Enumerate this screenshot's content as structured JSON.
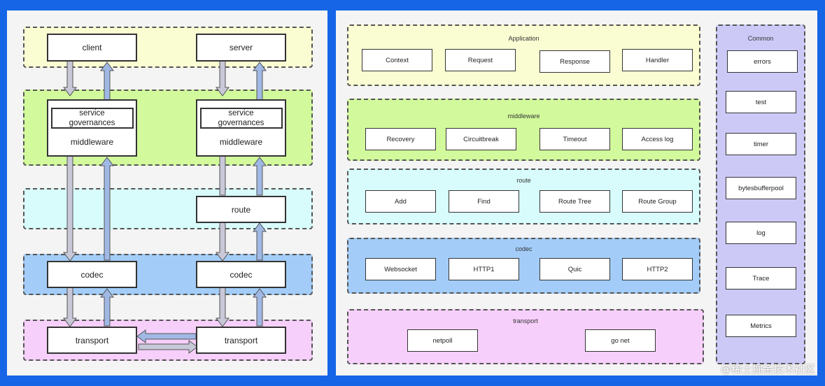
{
  "left": {
    "boxes": {
      "client": "client",
      "server": "server",
      "service_governances": "service\ngovernances",
      "middleware": "middleware",
      "route": "route",
      "codec": "codec",
      "transport": "transport"
    }
  },
  "right": {
    "application": {
      "title": "Application",
      "items": [
        "Context",
        "Request",
        "Response",
        "Handler"
      ]
    },
    "middleware": {
      "title": "middleware",
      "items": [
        "Recovery",
        "Circuitbreak",
        "Timeout",
        "Access log"
      ]
    },
    "route": {
      "title": "route",
      "items": [
        "Add",
        "Find",
        "Route Tree",
        "Route Group"
      ]
    },
    "codec": {
      "title": "codec",
      "items": [
        "Websocket",
        "HTTP1",
        "Quic",
        "HTTP2"
      ]
    },
    "transport": {
      "title": "transport",
      "items": [
        "netpoll",
        "go net"
      ]
    },
    "common": {
      "title": "Common",
      "items": [
        "errors",
        "test",
        "timer",
        "bytesbufferpool",
        "log",
        "Trace",
        "Metrics"
      ]
    }
  },
  "watermark": "@稀土掘金技术社区",
  "colors": {
    "background": "#1565e6",
    "application": "#fafcd2",
    "middleware": "#d2fa9c",
    "route": "#d8fcfb",
    "codec": "#a3cdf8",
    "transport": "#f6cffa",
    "common": "#cdc9f7",
    "arrow_down": "#c8c8d8",
    "arrow_up": "#a0b8e4"
  }
}
